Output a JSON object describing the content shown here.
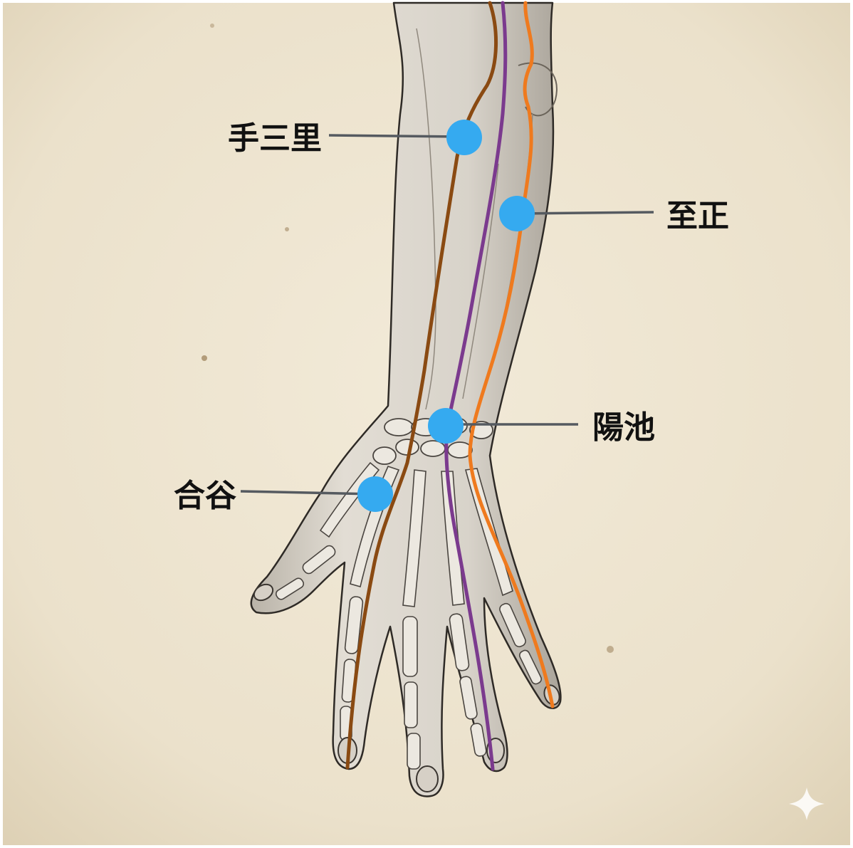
{
  "colors": {
    "paper": "#efe6d3",
    "paper_shade": "#e3d6bc",
    "skin": "#ddd8cf",
    "skin_shadow": "#bdb7ad",
    "outline": "#2e2a26",
    "bone": "#ece8e0",
    "leader_line": "#555a60",
    "acupoint": "#35aaf0",
    "label_text": "#111111"
  },
  "meridians": [
    {
      "id": "brown",
      "color": "#8a4a12"
    },
    {
      "id": "purple",
      "color": "#7b3a8e"
    },
    {
      "id": "orange",
      "color": "#ef7a1e"
    }
  ],
  "acupoints": [
    {
      "id": "shousanli",
      "label": "手三里"
    },
    {
      "id": "zhizheng",
      "label": "至正"
    },
    {
      "id": "yangchi",
      "label": "陽池"
    },
    {
      "id": "hegu",
      "label": "合谷"
    }
  ],
  "watermark": {
    "icon": "sparkle-icon"
  }
}
